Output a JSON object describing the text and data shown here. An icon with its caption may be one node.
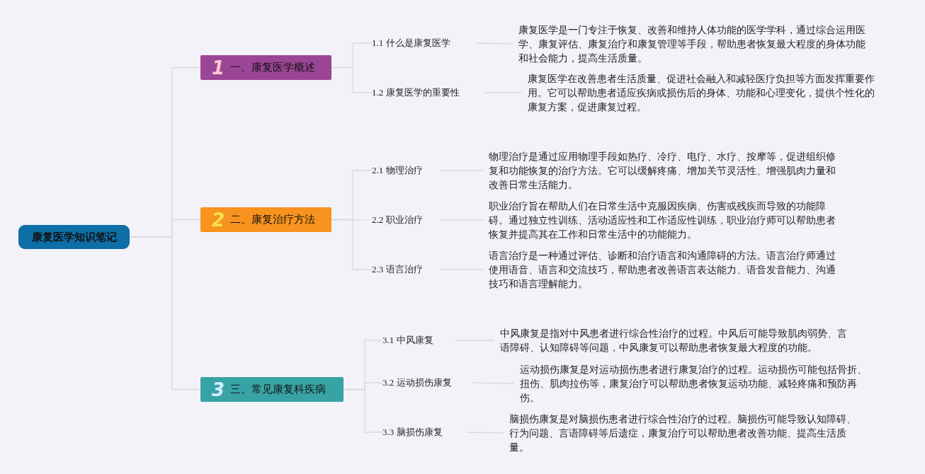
{
  "diagram": {
    "nodes": [
      {
        "text": [
          "康复医学知识笔记"
        ]
      },
      {
        "text": [
          "1",
          "一、康复医学概述"
        ]
      },
      {
        "text": [
          "1.1 什么是康复医学"
        ]
      },
      {
        "text": [
          "康复医学是一门专注于恢复、改善和维持人体功能的医学学科，通过综合运用医学、康复评估、康复治疗和康复管理等手段，帮助患者恢复最大程度的身体功能和社会能力，提高生活质量。"
        ]
      },
      {
        "text": [
          "1.2 康复医学的重要性"
        ]
      },
      {
        "text": [
          "康复医学在改善患者生活质量、促进社会融入和减轻医疗负担等方面发挥重要作用。它可以帮助患者适应疾病或损伤后的身体、功能和心理变化，提供个性化的康复方案，促进康复过程。"
        ]
      },
      {
        "text": [
          "2",
          "二、康复治疗方法"
        ]
      },
      {
        "text": [
          "2.1 物理治疗"
        ]
      },
      {
        "text": [
          "物理治疗是通过应用物理手段如热疗、冷疗、电疗、水疗、按摩等，促进组织修复和功能恢复的治疗方法。它可以缓解疼痛、增加关节灵活性、增强肌肉力量和改善日常生活能力。"
        ]
      },
      {
        "text": [
          "2.2 职业治疗"
        ]
      },
      {
        "text": [
          "职业治疗旨在帮助人们在日常生活中克服因疾病、伤害或残疾而导致的功能障碍。通过独立性训练、活动适应性和工作适应性训练，职业治疗师可以帮助患者恢复并提高其在工作和日常生活中的功能能力。"
        ]
      },
      {
        "text": [
          "2.3 语言治疗"
        ]
      },
      {
        "text": [
          "语言治疗是一种通过评估、诊断和治疗语言和沟通障碍的方法。语言治疗师通过使用语音、语言和交流技巧，帮助患者改善语言表达能力、语音发音能力、沟通技巧和语言理解能力。"
        ]
      },
      {
        "text": [
          "3",
          "三、常见康复科疾病"
        ]
      },
      {
        "text": [
          "3.1 中风康复"
        ]
      },
      {
        "text": [
          "中风康复是指对中风患者进行综合性治疗的过程。中风后可能导致肌肉弱势、言语障碍、认知障碍等问题，中风康复可以帮助患者恢复最大程度的功能。"
        ]
      },
      {
        "text": [
          "3.2 运动损伤康复"
        ]
      },
      {
        "text": [
          "运动损伤康复是对运动损伤患者进行康复治疗的过程。运动损伤可能包括骨折、扭伤、肌肉拉伤等，康复治疗可以帮助患者恢复运动功能、减轻疼痛和预防再伤。"
        ]
      },
      {
        "text": [
          "3.3 脑损伤康复"
        ]
      },
      {
        "text": [
          "脑损伤康复是对脑损伤患者进行综合性治疗的过程。脑损伤可能导致认知障碍、行为问题、言语障碍等后遗症，康复治疗可以帮助患者改善功能、提高生活质量。"
        ]
      }
    ],
    "edges": [
      {
        "from": 0,
        "to": 1,
        "arrow": "none"
      },
      {
        "from": 0,
        "to": 6,
        "arrow": "none"
      },
      {
        "from": 0,
        "to": 13,
        "arrow": "none"
      },
      {
        "from": 1,
        "to": 2,
        "arrow": "none"
      },
      {
        "from": 1,
        "to": 4,
        "arrow": "none"
      },
      {
        "from": 2,
        "to": 3,
        "arrow": "none"
      },
      {
        "from": 4,
        "to": 5,
        "arrow": "none"
      },
      {
        "from": 6,
        "to": 7,
        "arrow": "none"
      },
      {
        "from": 6,
        "to": 9,
        "arrow": "none"
      },
      {
        "from": 6,
        "to": 11,
        "arrow": "none"
      },
      {
        "from": 7,
        "to": 8,
        "arrow": "none"
      },
      {
        "from": 9,
        "to": 10,
        "arrow": "none"
      },
      {
        "from": 11,
        "to": 12,
        "arrow": "none"
      },
      {
        "from": 13,
        "to": 14,
        "arrow": "none"
      },
      {
        "from": 13,
        "to": 16,
        "arrow": "none"
      },
      {
        "from": 13,
        "to": 18,
        "arrow": "none"
      },
      {
        "from": 14,
        "to": 15,
        "arrow": "none"
      },
      {
        "from": 16,
        "to": 17,
        "arrow": "none"
      },
      {
        "from": 18,
        "to": 19,
        "arrow": "none"
      }
    ]
  }
}
